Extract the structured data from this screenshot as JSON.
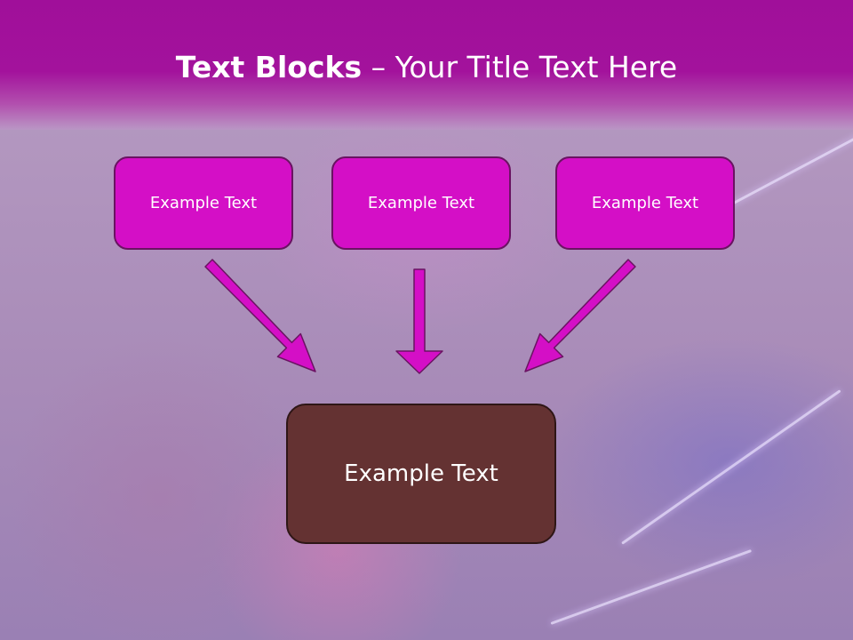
{
  "slide": {
    "title_bold": "Text Blocks",
    "title_dash": "–",
    "title_rest": "Your Title Text Here"
  },
  "blocks": {
    "top": [
      {
        "label": "Example Text"
      },
      {
        "label": "Example Text"
      },
      {
        "label": "Example Text"
      }
    ],
    "bottom": {
      "label": "Example Text"
    }
  },
  "colors": {
    "header": "#a00f9a",
    "top_box_fill": "#d40fc6",
    "top_box_border": "#6a1362",
    "bottom_box_fill": "#643232",
    "arrow_fill": "#d40fc6",
    "arrow_stroke": "#6a1362"
  }
}
